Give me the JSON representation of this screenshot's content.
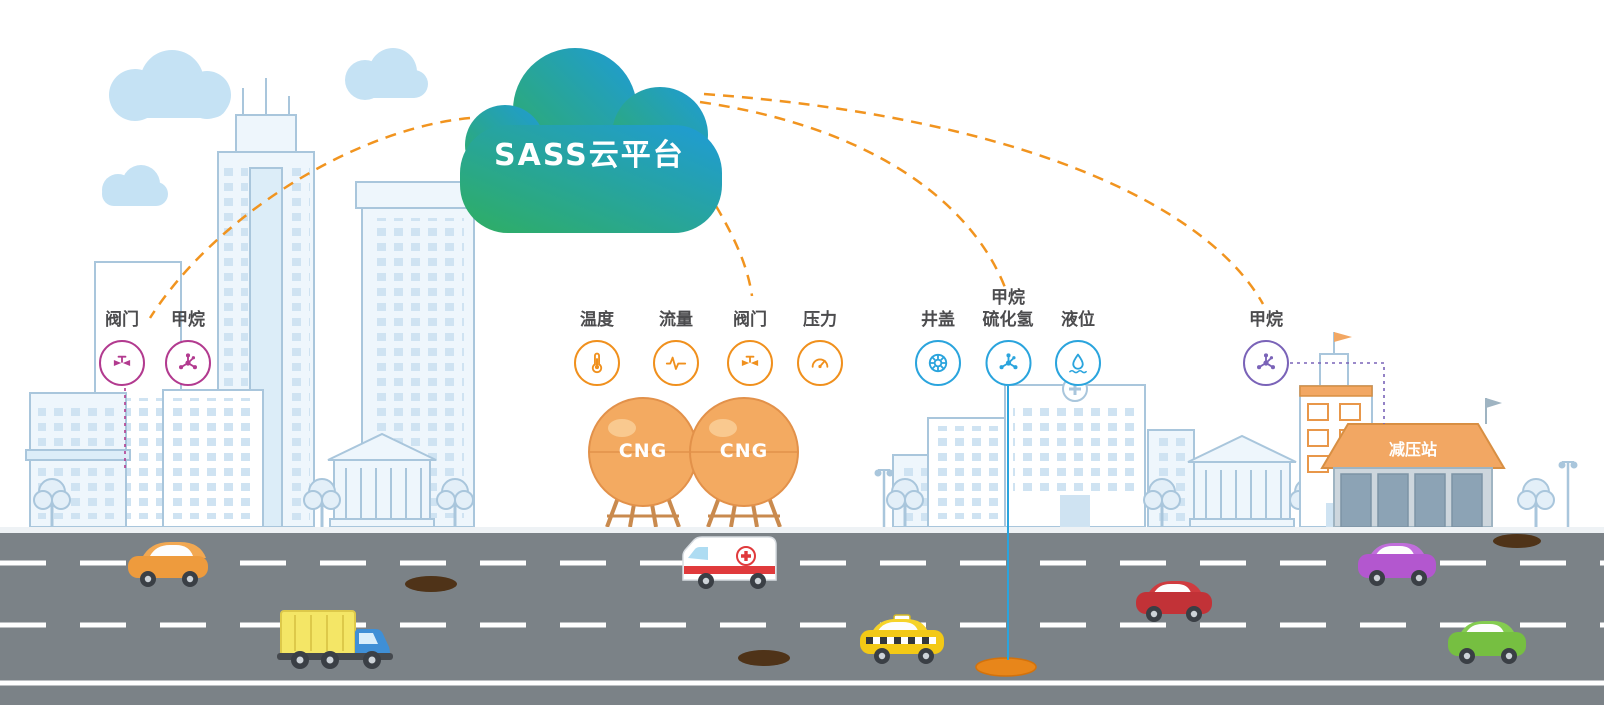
{
  "cloud": {
    "label": "SASS云平台"
  },
  "groups": {
    "city": {
      "color": "#b23a8f",
      "sensors": [
        {
          "label": "阀门",
          "icon": "valve-icon"
        },
        {
          "label": "甲烷",
          "icon": "methane-icon"
        }
      ]
    },
    "cng": {
      "color": "#f0901d",
      "sensors": [
        {
          "label": "温度",
          "icon": "thermometer-icon"
        },
        {
          "label": "流量",
          "icon": "flow-icon"
        },
        {
          "label": "阀门",
          "icon": "valve-icon"
        },
        {
          "label": "压力",
          "icon": "pressure-gauge-icon"
        }
      ]
    },
    "pipeline": {
      "color": "#2aa4dd",
      "sensors": [
        {
          "label": "井盖",
          "icon": "manhole-icon"
        },
        {
          "label": "甲烷",
          "label2": "硫化氢",
          "icon": "methane-icon"
        },
        {
          "label": "液位",
          "icon": "liquid-level-icon"
        }
      ]
    },
    "station": {
      "color": "#7a63b8",
      "sensors": [
        {
          "label": "甲烷",
          "icon": "methane-icon"
        }
      ]
    }
  },
  "tanks": {
    "tank1_label": "CNG",
    "tank2_label": "CNG"
  },
  "station": {
    "label": "减压站"
  },
  "palette": {
    "cloud_gradient_start": "#2fae62",
    "cloud_gradient_end": "#1f9bd7",
    "connector_orange": "#f1941f",
    "skyline_line": "#a9c6dc",
    "road_gray": "#7b8287",
    "tank_orange": "#f3aa61",
    "station_roof_orange": "#f2a763"
  }
}
